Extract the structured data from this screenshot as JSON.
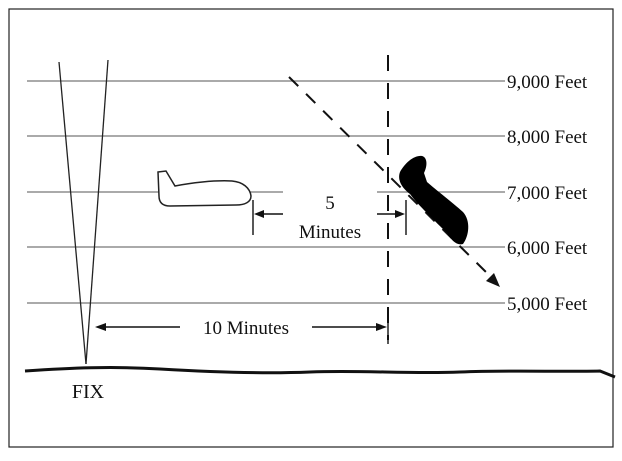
{
  "altitudes": [
    {
      "label": "9,000 Feet"
    },
    {
      "label": "8,000 Feet"
    },
    {
      "label": "7,000 Feet"
    },
    {
      "label": "6,000 Feet"
    },
    {
      "label": "5,000 Feet"
    }
  ],
  "separation": {
    "top_value": "5",
    "top_unit": "Minutes",
    "bottom": "10 Minutes"
  },
  "fix_label": "FIX",
  "colors": {
    "line": "#111111",
    "altitude_line": "#777777",
    "aircraft_descending": "#000000",
    "aircraft_level_outline": "#222222",
    "aircraft_level_fill": "#ffffff"
  }
}
